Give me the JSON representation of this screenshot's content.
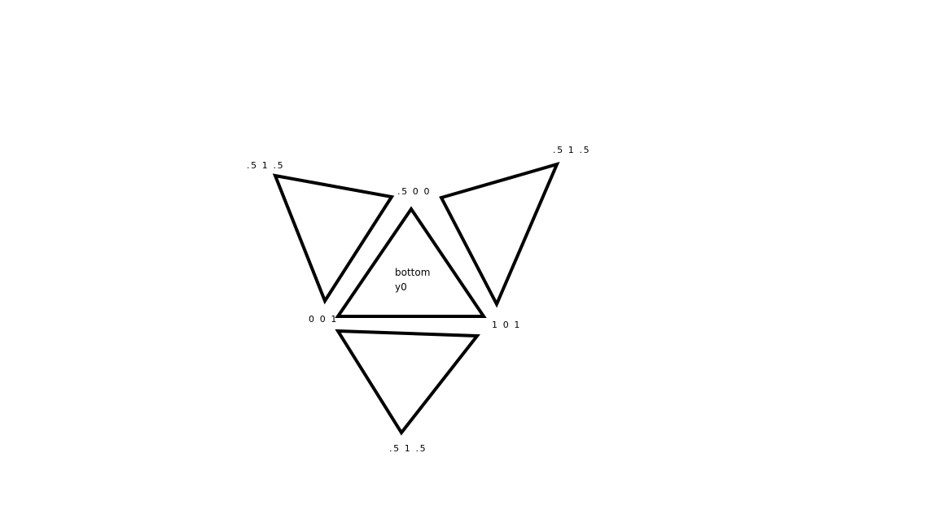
{
  "colors": {
    "background": "#ffffff",
    "stroke": "#000000"
  },
  "vertex_labels": {
    "top_left": ".5 1 .5",
    "center_top": ".5 0 0",
    "top_right": ".5 1 .5",
    "left_middle": "0 0 1",
    "right_middle": "1 0 1",
    "bottom": ".5 1 .5"
  },
  "center_text": {
    "line1": "bottom",
    "line2": "y0"
  }
}
